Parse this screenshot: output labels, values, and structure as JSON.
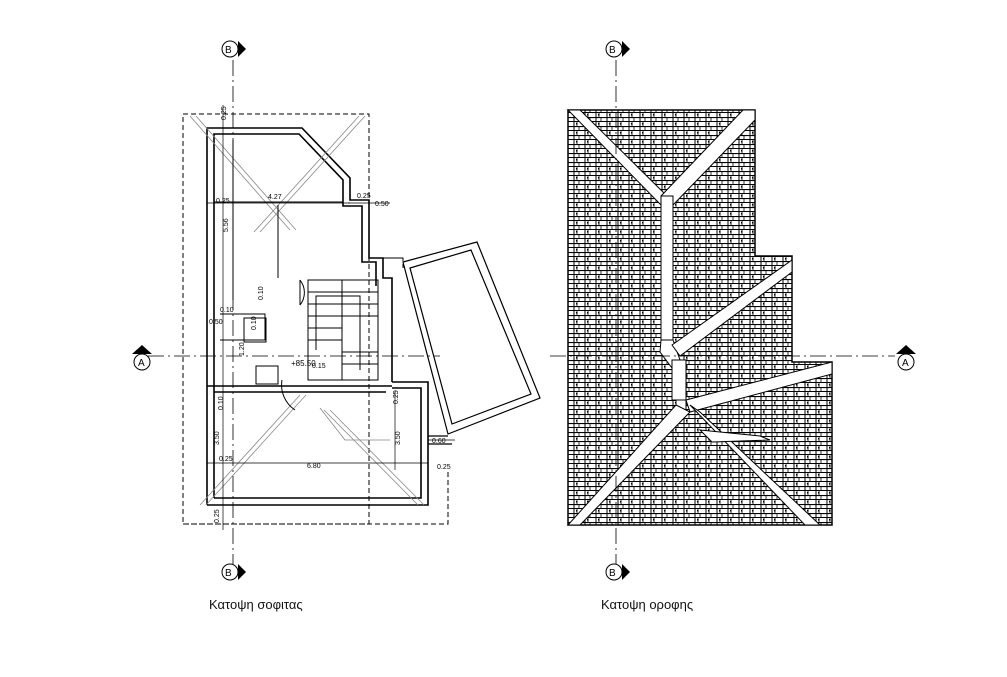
{
  "drawings": {
    "attic": {
      "caption": "Κατοψη σοφιτας"
    },
    "roof": {
      "caption": "Κατοψη οροφης"
    }
  },
  "section_markers": {
    "b": "B",
    "a": "A"
  },
  "dimensions": {
    "top_025": "0.25",
    "width_427": "4.27",
    "left_025": "0.25",
    "right_025": "0.25",
    "right_050": "0.50",
    "depth_556": "5.56",
    "step_010": "0.10",
    "step_010b": "0.10",
    "small_050": "0.50",
    "small_010": "0.10",
    "small_120": "1.20",
    "level": "+85.50",
    "stair_015": "0.15",
    "mid_010": "0.10",
    "depth_350_left": "3.50",
    "depth_350_right": "3.50",
    "bottom_025_left": "0.25",
    "width_680": "6.80",
    "right_025b": "0.25",
    "right_060": "0.60",
    "right_025c": "0.25",
    "bottom_025": "0.25"
  }
}
